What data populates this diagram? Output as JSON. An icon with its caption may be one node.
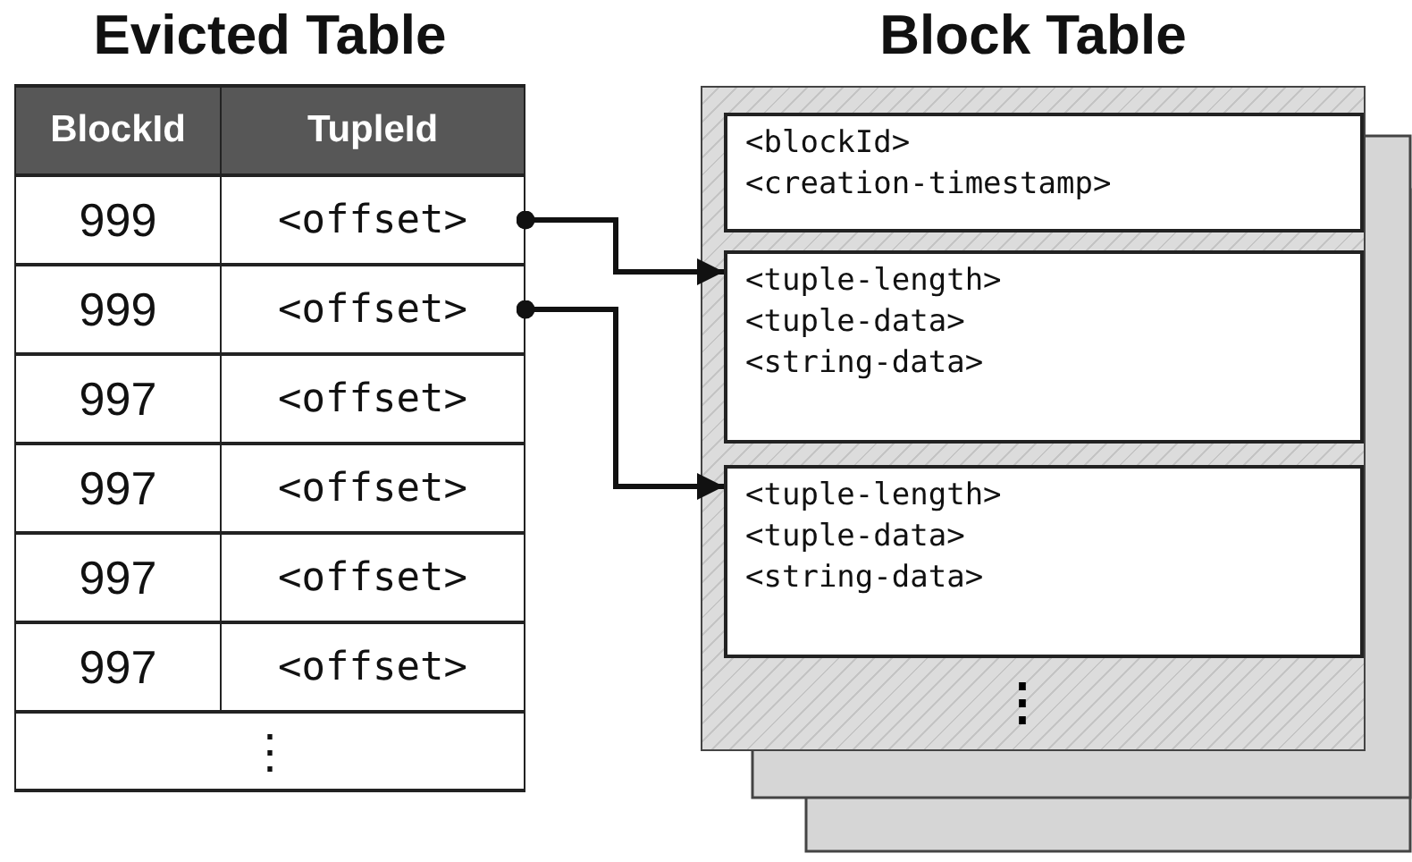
{
  "diagram": {
    "nodes": [
      {
        "text": [
          "Evicted Table"
        ]
      },
      {
        "text": [
          "BlockId"
        ],
        "in": 0
      },
      {
        "text": [
          "TupleId"
        ],
        "in": 0
      },
      {
        "text": [
          "999"
        ],
        "in": 0
      },
      {
        "text": [
          "<offset>"
        ],
        "in": 0
      },
      {
        "text": [
          "999"
        ],
        "in": 0
      },
      {
        "text": [
          "<offset>"
        ],
        "in": 0
      },
      {
        "text": [
          "997"
        ],
        "in": 0
      },
      {
        "text": [
          "<offset>"
        ],
        "in": 0
      },
      {
        "text": [
          "997"
        ],
        "in": 0
      },
      {
        "text": [
          "<offset>"
        ],
        "in": 0
      },
      {
        "text": [
          "997"
        ],
        "in": 0
      },
      {
        "text": [
          "<offset>"
        ],
        "in": 0
      },
      {
        "text": [
          "997"
        ],
        "in": 0
      },
      {
        "text": [
          "<offset>"
        ],
        "in": 0
      },
      {
        "text": [
          "⋮"
        ],
        "in": 0
      },
      {
        "text": [
          "Block Table"
        ]
      },
      {
        "text": [
          "<blockId>",
          "<creation-timestamp>"
        ],
        "in": 16
      },
      {
        "text": [
          "<tuple-length>",
          "<tuple-data>",
          "<string-data>"
        ],
        "in": 16
      },
      {
        "text": [
          "<tuple-length>",
          "<tuple-data>",
          "<string-data>"
        ],
        "in": 16
      }
    ],
    "edges": [
      {
        "from": 4,
        "to": 18,
        "arrow": "to"
      },
      {
        "from": 6,
        "to": 19,
        "arrow": "to"
      }
    ],
    "labels": [
      "⋮"
    ]
  }
}
